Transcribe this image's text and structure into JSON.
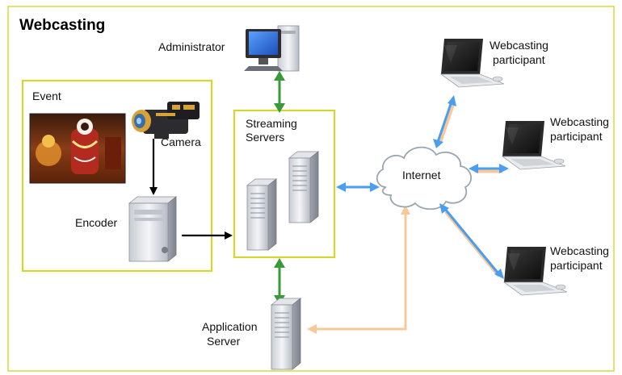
{
  "title": "Webcasting",
  "labels": {
    "administrator": "Administrator",
    "event": "Event",
    "camera": "Camera",
    "encoder": "Encoder",
    "streaming_servers_1": "Streaming",
    "streaming_servers_2": "Servers",
    "internet": "Internet",
    "application_server_1": "Application",
    "application_server_2": "Server",
    "participant_line_1": "Webcasting",
    "participant_line_2": "participant"
  },
  "colors": {
    "frame_border": "#d8d530",
    "box_border": "#d8d530",
    "arrow_green": "#3a9a3a",
    "arrow_blue": "#4a9ef0",
    "arrow_peach": "#f6c89a",
    "arrow_black": "#000000",
    "cloud_fill": "#ffffff",
    "cloud_stroke": "#9aa6b0"
  },
  "icons": [
    "monitor-pc-icon",
    "camera-icon",
    "server-icon",
    "cloud-icon",
    "laptop-icon",
    "event-photo"
  ]
}
